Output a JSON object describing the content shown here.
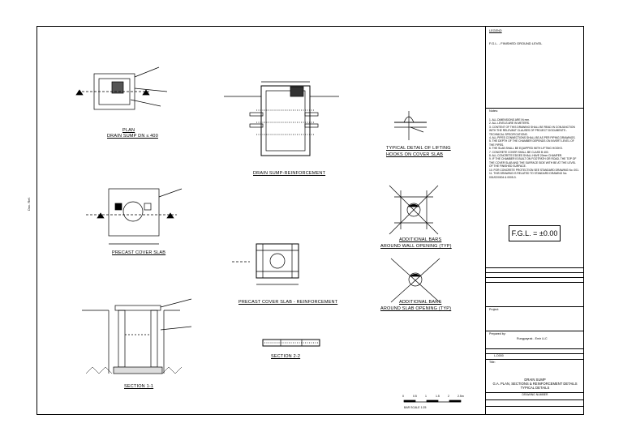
{
  "side_label": "Doc. Ref.",
  "legend": {
    "header": "LEGEND",
    "fgl": "F.G.L. - FINISHED GROUND LEVEL"
  },
  "notes": {
    "header": "Notes:",
    "items": [
      "1. ALL DIMENSIONS ARE IN mm.",
      "2. ALL LEVELS ARE IN METERS.",
      "3. CONTENT OF THIS DRAWING SHALL BE READ IN CONJUNCTION WITH THE RELEVANT CLAUSES OF PROJECT DOCUMENTS - TECHNICAL SPECIFICATIONS.",
      "4. ALL PIPES CONNECTIONS SHALL BE AS PER PIPING DRAWINGS.",
      "5. THE DEPTH OF THE CHAMBER DEPENDS ON INVERT LEVEL OF THE PIPES.",
      "6. THE SLAB SHALL BE EQUIPPED WITH LIFTING HOOKS.",
      "7. CONCRETE COVER SHALL BE CLASS B 400.",
      "8. ALL CONCRETE EDGES SHALL HAVE 20mm CHAMFER.",
      "9. IF THE CHAMBER IS BUILT ON FOOTPATH OR ROAD, THE TOP OF THE COVER SLAB AND THE SURFACE SIDE WITH BE AT THE LEVEL OF THE FINISHED SURFACE.",
      "10. FOR CONCRETE PROTECTION SEE STANDARD DRAWING No. 001.",
      "11. THIS DRAWING IS RELATED TO STANDARD DRAWING No. 001/02/0004 & 0005-3."
    ]
  },
  "fgl_box": "F.G.L. = ±0.00",
  "project_label": "Project:",
  "prepared_label": "Prepared by:",
  "company": "Rungpayrak - Emir LLC",
  "dwg_code": "L-D000",
  "title_label": "Title:",
  "title_lines": [
    "DRAIN SUMP",
    "G.A. PLAN, SECTIONS & REINFORCEMENT DETAILS",
    "TYPICAL DETAILS"
  ],
  "drawing_number_label": "DRAWING NUMBER",
  "views": {
    "plan": [
      "PLAN",
      "DRAIN SUMP DN ≤ 400"
    ],
    "reinforcement": "DRAIN SUMP-REINFORCEMENT",
    "precast": "PRECAST COVER SLAB",
    "precast_reinf": "PRECAST COVER SLAB - REINFORCEMENT",
    "section11": "SECTION 1-1",
    "section22": "SECTION 2-2",
    "lifting": [
      "TYPICAL DETAIL OF LIFTING",
      "HOOKS ON COVER SLAB"
    ],
    "wall_open": [
      "ADDITIONAL BARS",
      "AROUND WALL OPENING (TYP)"
    ],
    "slab_open": [
      "ADDITIONAL BARS",
      "AROUND SLAB OPENING (TYP)"
    ]
  },
  "scale_bar": {
    "ticks": [
      "0",
      "0.5",
      "1",
      "1.5",
      "2",
      "2.5m"
    ],
    "label": "BAR SCALE 1:25"
  }
}
